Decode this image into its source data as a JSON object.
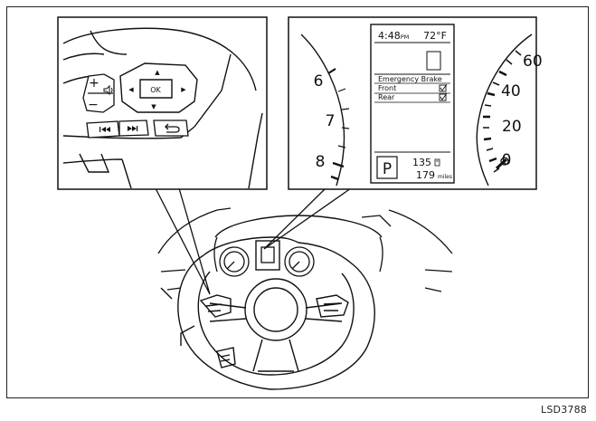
{
  "figure_id": "LSD3788",
  "controls": {
    "plus": "+",
    "minus": "−",
    "ok": "OK",
    "up": "▲",
    "down": "▼",
    "left": "◀",
    "right": "▶"
  },
  "display": {
    "time": "4:48",
    "time_suffix": "PM",
    "temperature": "72°F",
    "section_title": "Emergency Brake",
    "rows": [
      {
        "label": "Front",
        "checked": true
      },
      {
        "label": "Rear",
        "checked": true
      }
    ],
    "gear": "P",
    "range": "135",
    "odometer": "179",
    "odometer_unit": "miles"
  },
  "tachometer": {
    "labels": [
      "6",
      "7",
      "8"
    ]
  },
  "speedometer": {
    "labels": [
      "60",
      "40",
      "20",
      "0"
    ]
  }
}
